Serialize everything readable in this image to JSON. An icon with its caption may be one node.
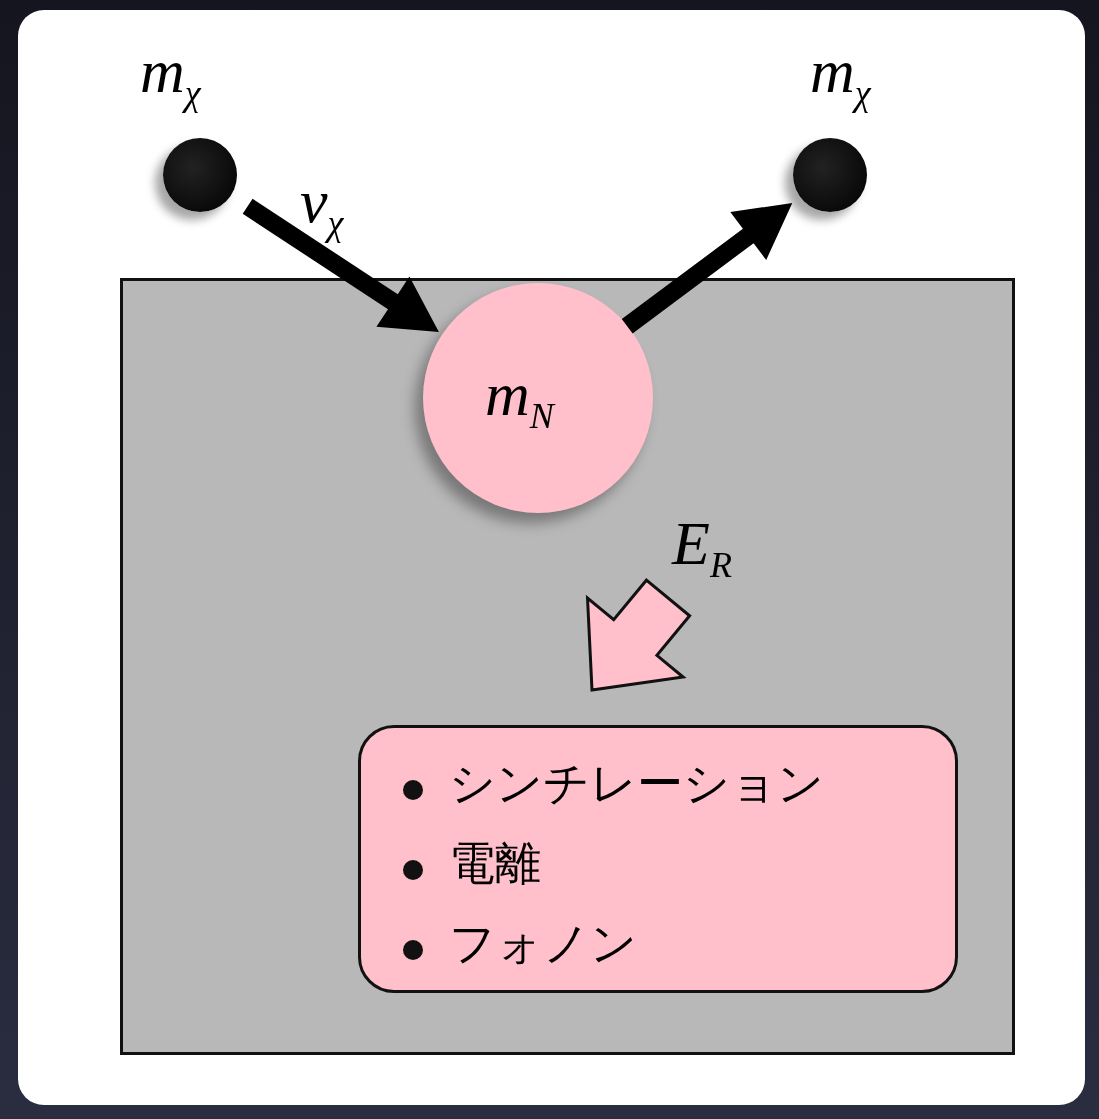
{
  "diagram": {
    "nodes": [
      {
        "text": [],
        "shape": "box"
      },
      {
        "text": [
          "*m*$_{χ}$"
        ]
      },
      {
        "text": [
          "*m*$_{χ}$"
        ]
      },
      {
        "text": [
          "*m*$_{N}$"
        ],
        "in": 0
      },
      {
        "text": [
          "シンチレーション",
          "電離",
          "フォノン"
        ],
        "in": 0
      }
    ],
    "edges": [
      {
        "from": 1,
        "to": 3,
        "arrow": "to",
        "label": "*v*$_{χ}$"
      },
      {
        "from": 3,
        "to": 2,
        "arrow": "to"
      },
      {
        "from": 3,
        "to": 4,
        "arrow": "to",
        "label": "*E*$_{R}$",
        "color": "#ffc0cc"
      }
    ]
  }
}
